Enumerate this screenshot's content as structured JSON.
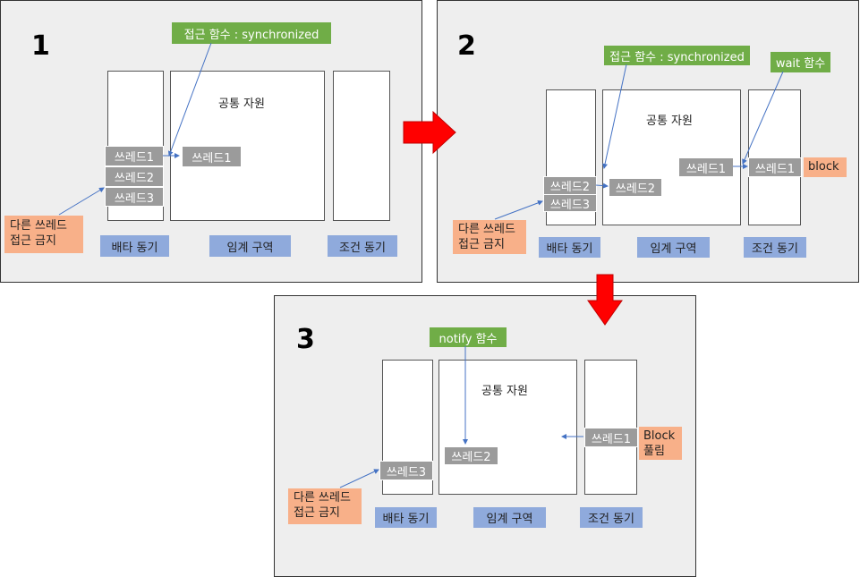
{
  "colors": {
    "panel_bg": "#eeeeee",
    "thread_gray": "#9b9b9b",
    "label_blue": "#8faadc",
    "function_green": "#70ad47",
    "note_orange": "#f8b089",
    "arrow_blue": "#4472c4",
    "big_arrow_red": "#ff0000"
  },
  "panels": [
    {
      "number": "1",
      "resource_label": "공통 자원",
      "function_label": "접근 함수 : synchronized",
      "threads_mutex": [
        "쓰레드1",
        "쓰레드2",
        "쓰레드3"
      ],
      "thread_in_critical": "쓰레드1",
      "note": "다른 쓰레드\n접근 금지",
      "section_labels": [
        "배타 동기",
        "임계 구역",
        "조건 동기"
      ]
    },
    {
      "number": "2",
      "resource_label": "공통 자원",
      "function_label": "접근 함수 : synchronized",
      "wait_label": "wait 함수",
      "threads_mutex": [
        "쓰레드2",
        "쓰레드3"
      ],
      "thread_in_critical_a": "쓰레드2",
      "thread_in_critical_b": "쓰레드1",
      "thread_in_condition": "쓰레드1",
      "block_label": "block",
      "note": "다른 쓰레드\n접근 금지",
      "section_labels": [
        "배타 동기",
        "임계 구역",
        "조건 동기"
      ]
    },
    {
      "number": "3",
      "resource_label": "공통 자원",
      "notify_label": "notify 함수",
      "threads_mutex": [
        "쓰레드3"
      ],
      "thread_in_critical": "쓰레드2",
      "thread_in_condition": "쓰레드1",
      "release_label": "Block\n풀림",
      "note": "다른 쓰레드\n접근 금지",
      "section_labels": [
        "배타 동기",
        "임계 구역",
        "조건 동기"
      ]
    }
  ]
}
